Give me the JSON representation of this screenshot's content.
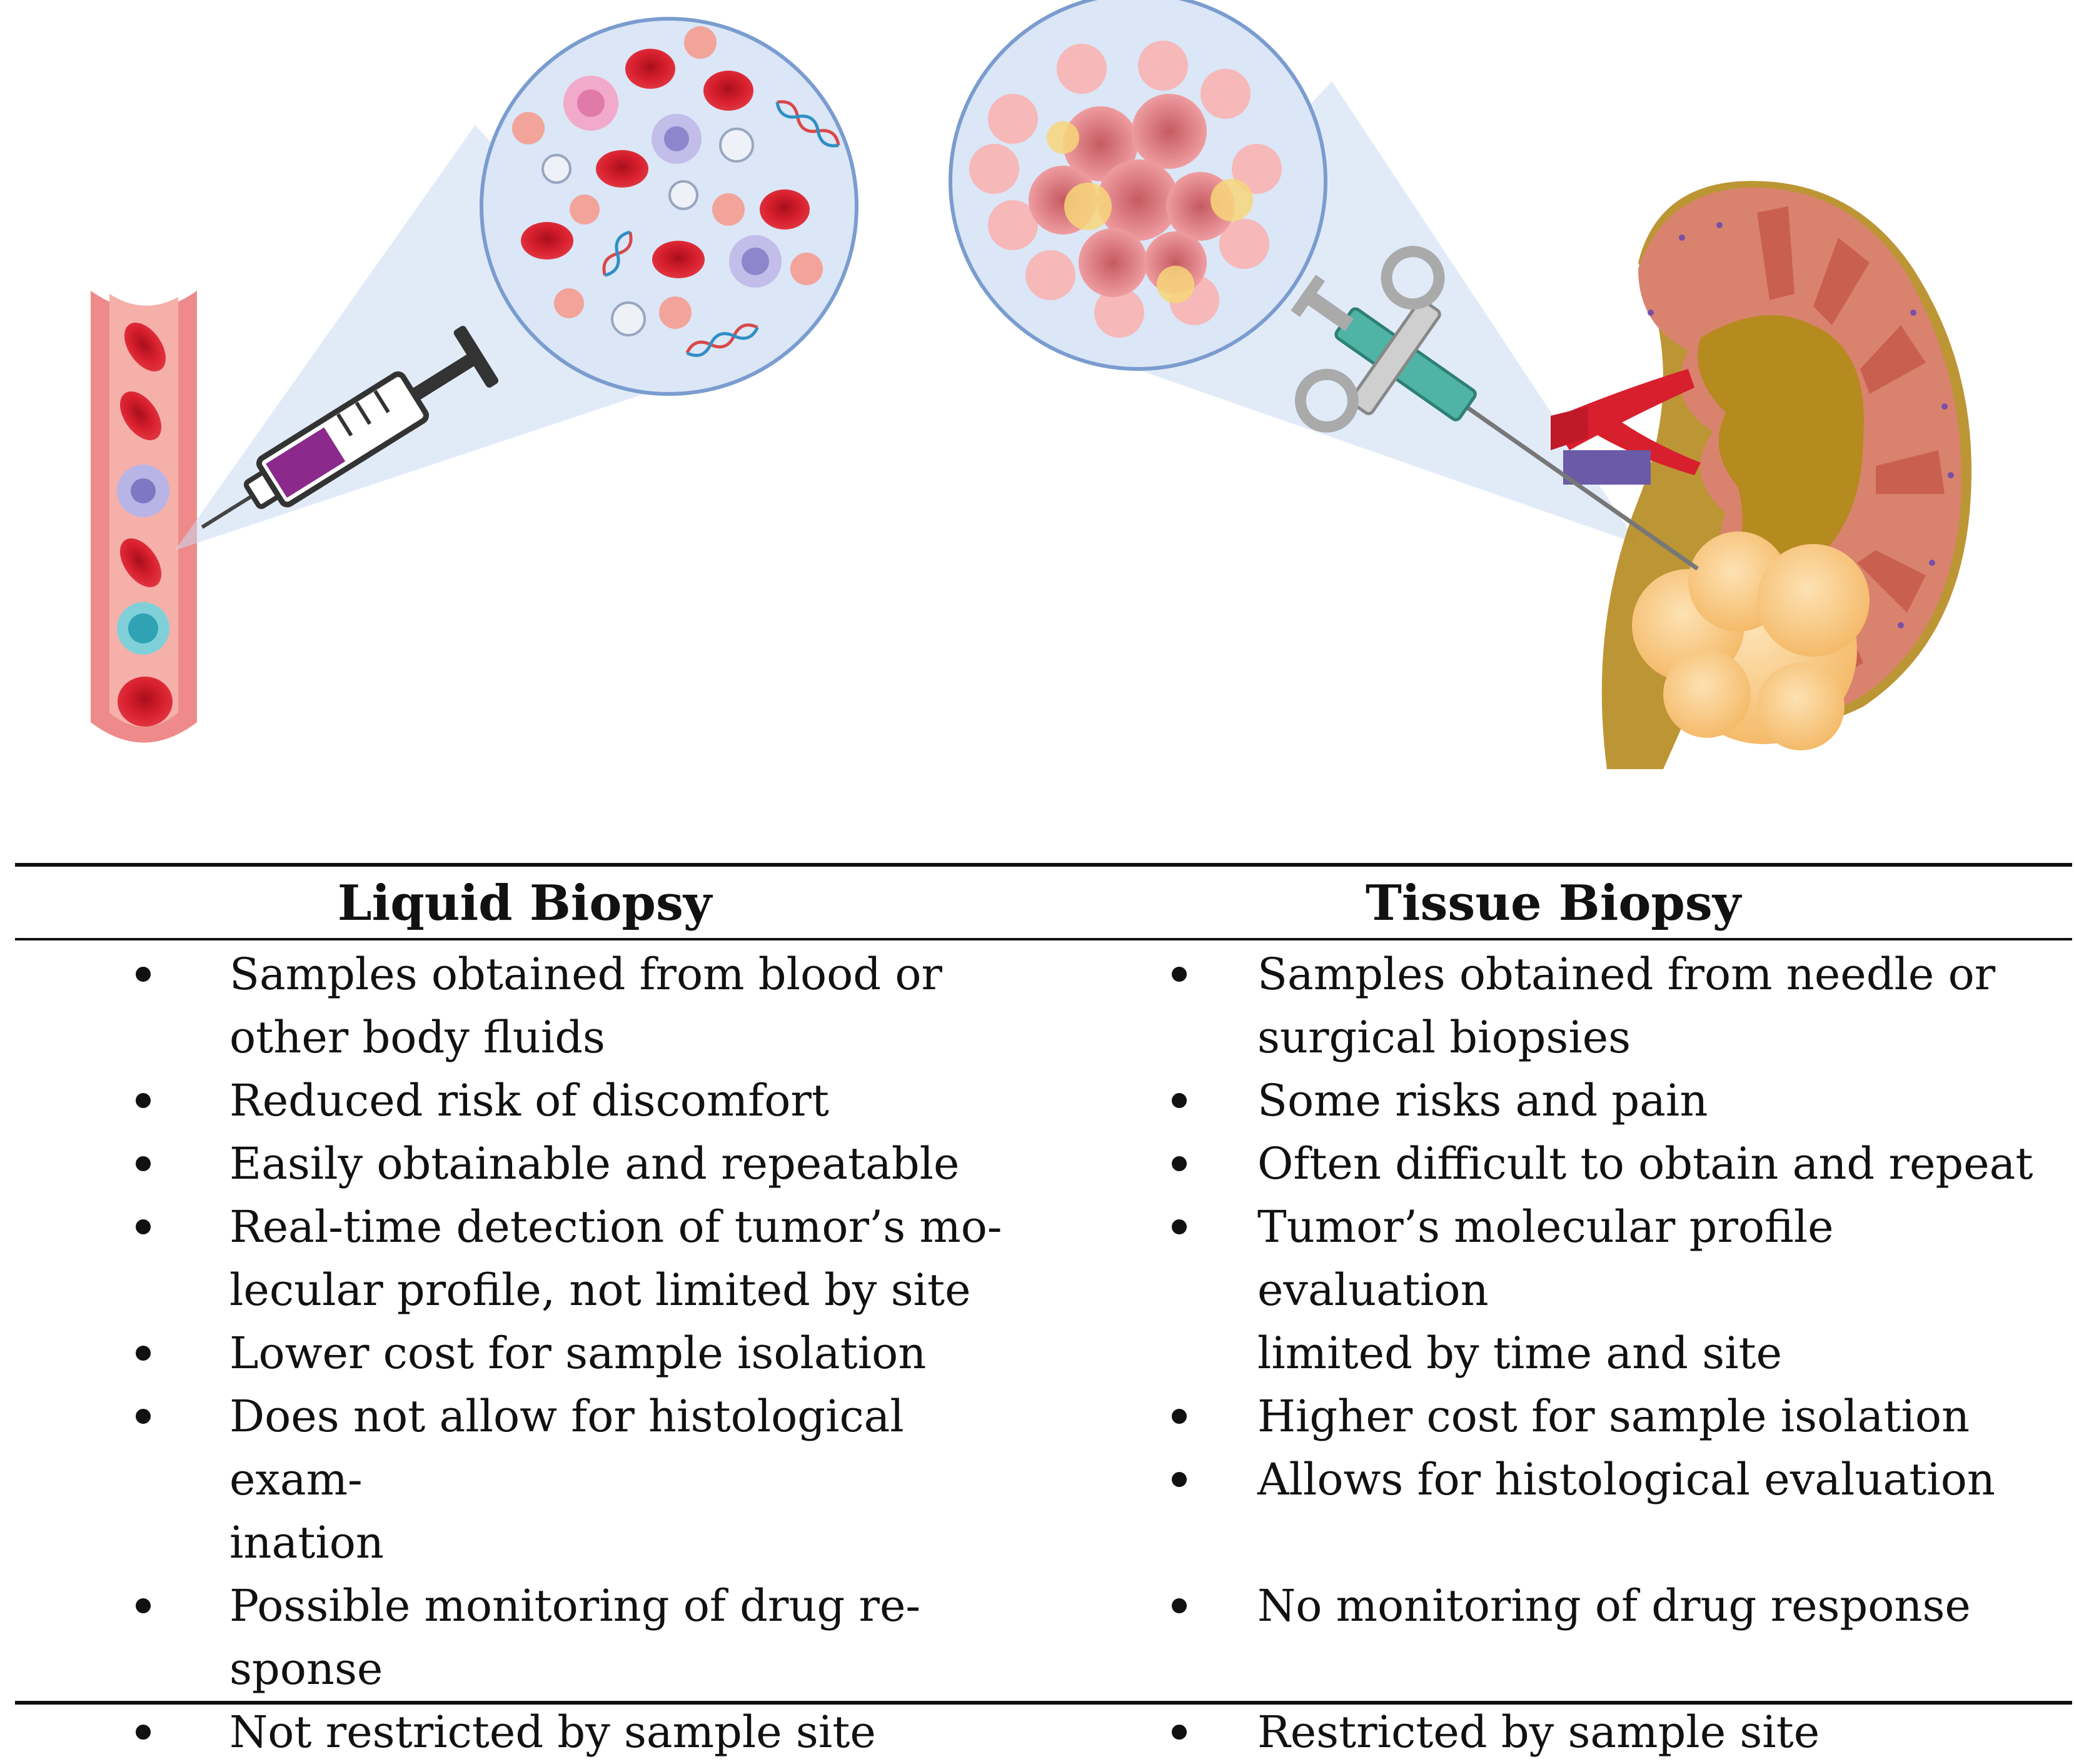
{
  "illustration": {
    "left_panel": "blood-vessel-with-syringe",
    "left_zoom": "blood-cells-and-cfDNA",
    "right_panel": "kidney-tumor-with-biopsy-needle",
    "right_zoom": "tumor-cell-cluster"
  },
  "table": {
    "headers": {
      "left": "Liquid Biopsy",
      "right": "Tissue Biopsy"
    },
    "left_items": [
      "Samples obtained from blood or other body fluids",
      "Reduced risk of discomfort",
      "Easily obtainable and repeatable",
      "Real-time detection of tumor’s molecular profile, not limited by site",
      "Lower cost for sample isolation",
      "Does not allow for histological examination",
      "Possible monitoring of drug response",
      "Not restricted by sample site"
    ],
    "left_lines": [
      [
        "Samples obtained from blood or",
        "other body fluids"
      ],
      [
        "Reduced risk of discomfort"
      ],
      [
        "Easily obtainable and repeatable"
      ],
      [
        "Real-time detection of tumor’s mo-",
        "lecular profile, not limited by site"
      ],
      [
        "Lower cost for sample isolation"
      ],
      [
        "Does not allow for histological exam-",
        "ination"
      ],
      [
        "Possible monitoring of drug re-",
        "sponse"
      ],
      [
        "Not restricted by sample site"
      ]
    ],
    "right_lines": [
      [
        "Samples obtained from needle or",
        "surgical biopsies"
      ],
      [
        "Some risks and pain"
      ],
      [
        "Often difficult to obtain and repeat"
      ],
      [
        "Tumor’s molecular profile evaluation",
        "limited by time and site"
      ],
      [
        "Higher cost for sample isolation"
      ],
      [
        "Allows for histological evaluation",
        ""
      ],
      [
        "No monitoring of drug response",
        ""
      ],
      [
        "Restricted by sample site"
      ]
    ]
  },
  "colors": {
    "vessel": "#ee8a8a",
    "vessel_inner": "#f6b0aa",
    "red_cell": "#d81f2e",
    "syringe_fluid": "#8b2a8c",
    "zoom_outline": "#7a9ccf",
    "zoom_cone": "#c9daf2",
    "kidney_cortex": "#d9836f",
    "kidney_pelvis": "#b58a1f",
    "tumor": "#f8cc8a",
    "needle_body": "#4fb3a6"
  }
}
